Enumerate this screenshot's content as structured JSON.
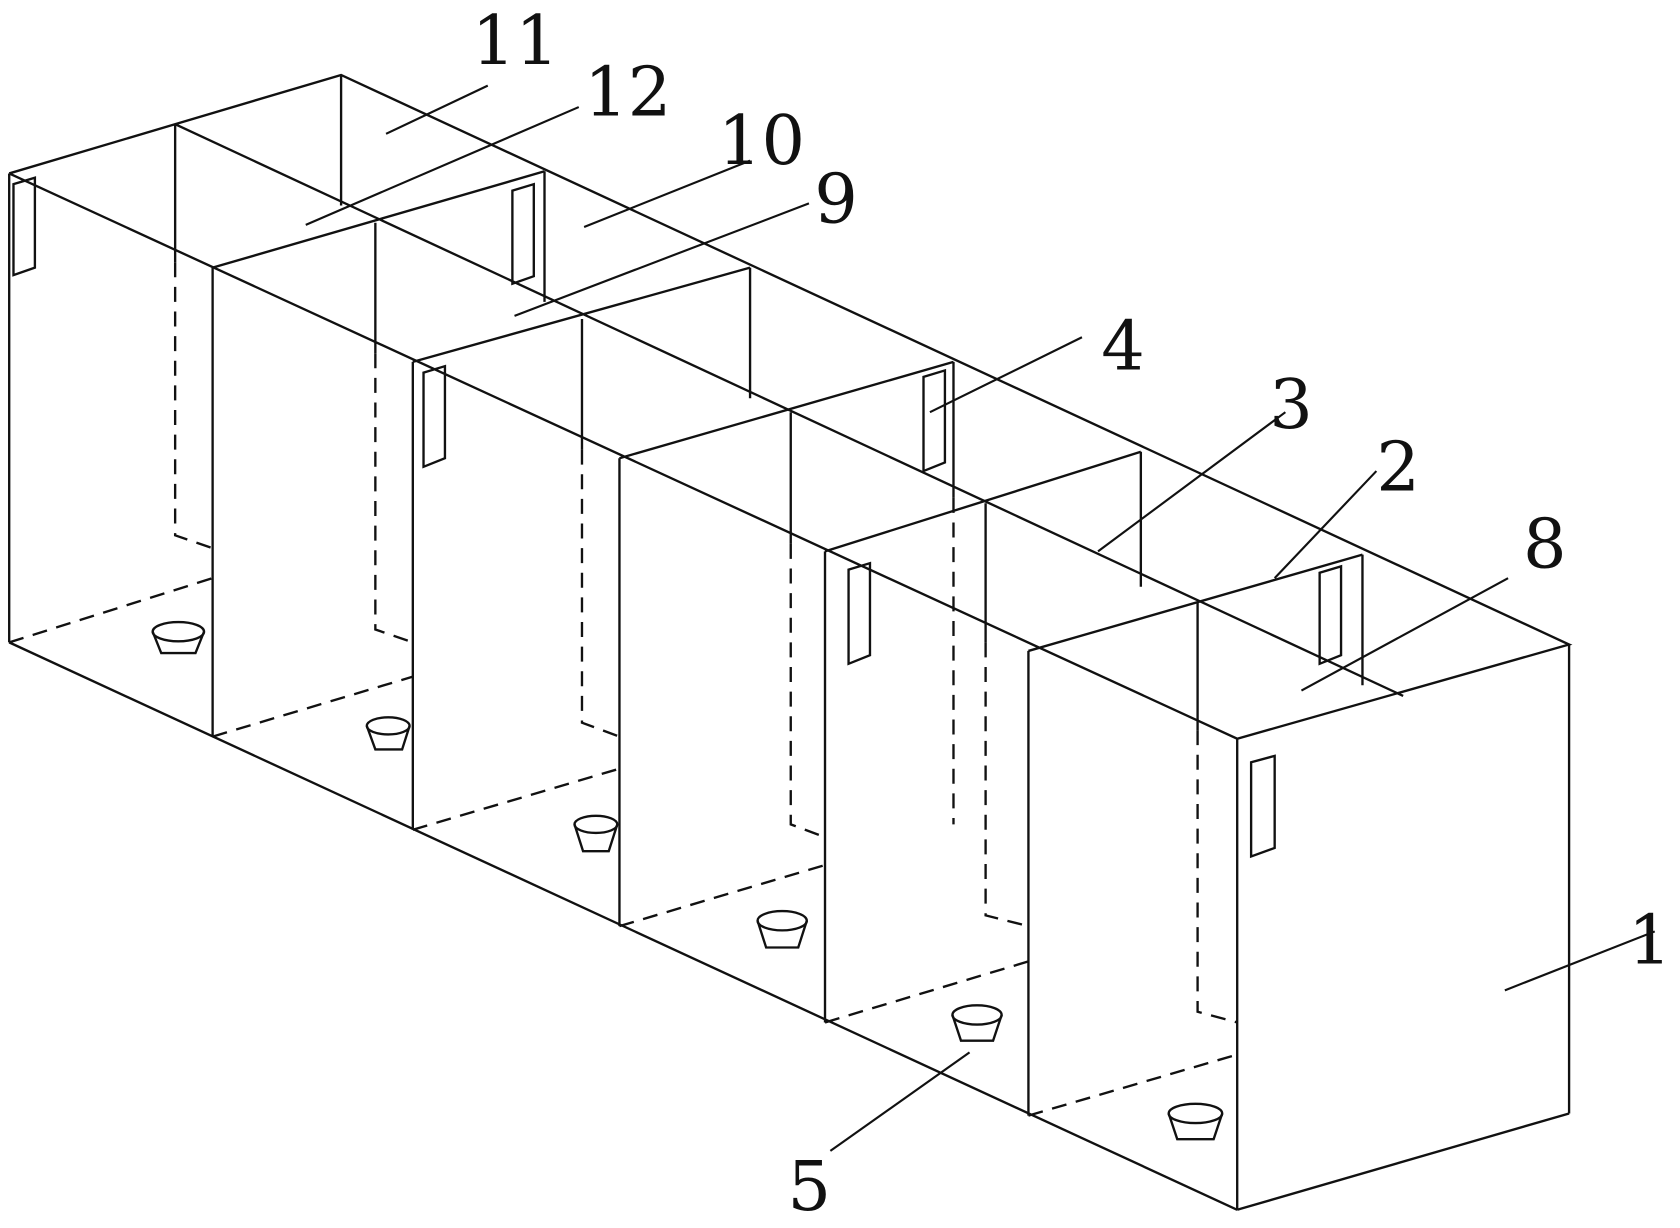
{
  "labels": {
    "l1": "1",
    "l2": "2",
    "l3": "3",
    "l4": "4",
    "l5": "5",
    "l8": "8",
    "l9": "9",
    "l10": "10",
    "l11": "11",
    "l12": "12"
  }
}
